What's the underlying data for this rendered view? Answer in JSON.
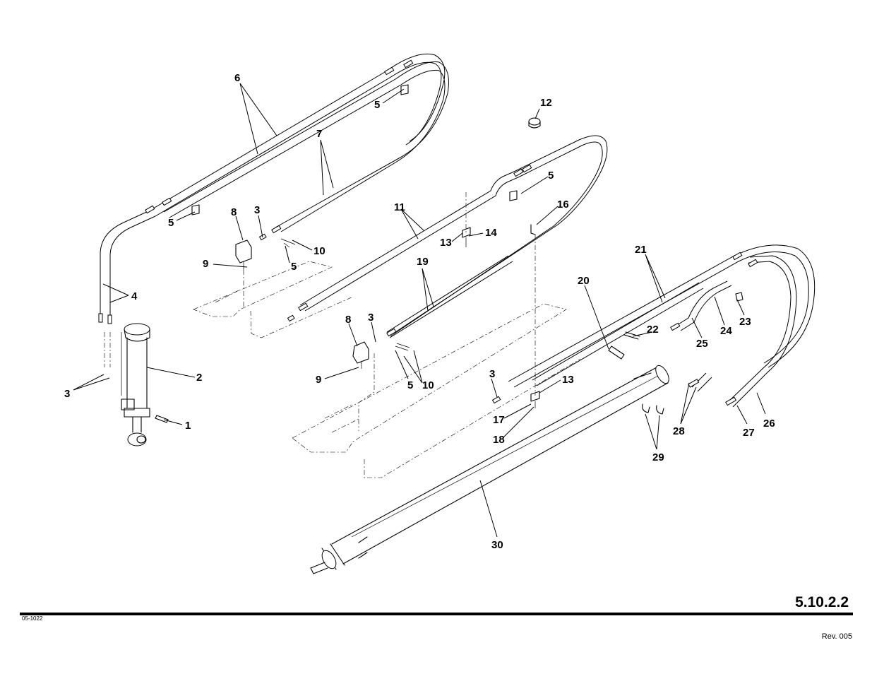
{
  "callouts": [
    {
      "id": "c1",
      "label": "1"
    },
    {
      "id": "c2",
      "label": "2"
    },
    {
      "id": "c3a",
      "label": "3"
    },
    {
      "id": "c3b",
      "label": "3"
    },
    {
      "id": "c3c",
      "label": "3"
    },
    {
      "id": "c3d",
      "label": "3"
    },
    {
      "id": "c4",
      "label": "4"
    },
    {
      "id": "c5a",
      "label": "5"
    },
    {
      "id": "c5b",
      "label": "5"
    },
    {
      "id": "c5c",
      "label": "5"
    },
    {
      "id": "c5d",
      "label": "5"
    },
    {
      "id": "c5e",
      "label": "5"
    },
    {
      "id": "c6",
      "label": "6"
    },
    {
      "id": "c7",
      "label": "7"
    },
    {
      "id": "c8a",
      "label": "8"
    },
    {
      "id": "c8b",
      "label": "8"
    },
    {
      "id": "c9a",
      "label": "9"
    },
    {
      "id": "c9b",
      "label": "9"
    },
    {
      "id": "c10a",
      "label": "10"
    },
    {
      "id": "c10b",
      "label": "10"
    },
    {
      "id": "c11",
      "label": "11"
    },
    {
      "id": "c12",
      "label": "12"
    },
    {
      "id": "c13a",
      "label": "13"
    },
    {
      "id": "c13b",
      "label": "13"
    },
    {
      "id": "c14",
      "label": "14"
    },
    {
      "id": "c16",
      "label": "16"
    },
    {
      "id": "c17",
      "label": "17"
    },
    {
      "id": "c18",
      "label": "18"
    },
    {
      "id": "c19",
      "label": "19"
    },
    {
      "id": "c20",
      "label": "20"
    },
    {
      "id": "c21",
      "label": "21"
    },
    {
      "id": "c22",
      "label": "22"
    },
    {
      "id": "c23",
      "label": "23"
    },
    {
      "id": "c24",
      "label": "24"
    },
    {
      "id": "c25",
      "label": "25"
    },
    {
      "id": "c26",
      "label": "26"
    },
    {
      "id": "c27",
      "label": "27"
    },
    {
      "id": "c28",
      "label": "28"
    },
    {
      "id": "c29",
      "label": "29"
    },
    {
      "id": "c30",
      "label": "30"
    }
  ],
  "footer": {
    "sheet_number": "5.10.2.2",
    "drawing_code": "05-1022",
    "revision": "Rev. 005"
  }
}
